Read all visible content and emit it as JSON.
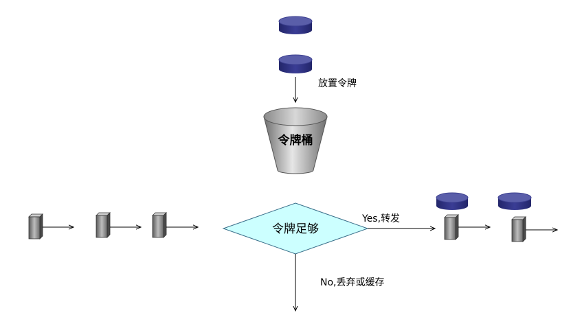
{
  "labels": {
    "place_token": "放置令牌",
    "bucket": "令牌桶",
    "decision": "令牌足够",
    "yes_branch": "Yes,转发",
    "no_branch": "No,丢弃或缓存"
  },
  "colors": {
    "token_top": "#4A4DA0",
    "token_side": "#2B2E7A",
    "bucket_fill": "#9a9a9a",
    "decision_fill": "#CCFFFF",
    "decision_stroke": "#3a6f8a",
    "packet": "#8c8c8c"
  },
  "icons": [
    "token-icon",
    "bucket-icon",
    "packet-icon",
    "arrow-icon"
  ]
}
